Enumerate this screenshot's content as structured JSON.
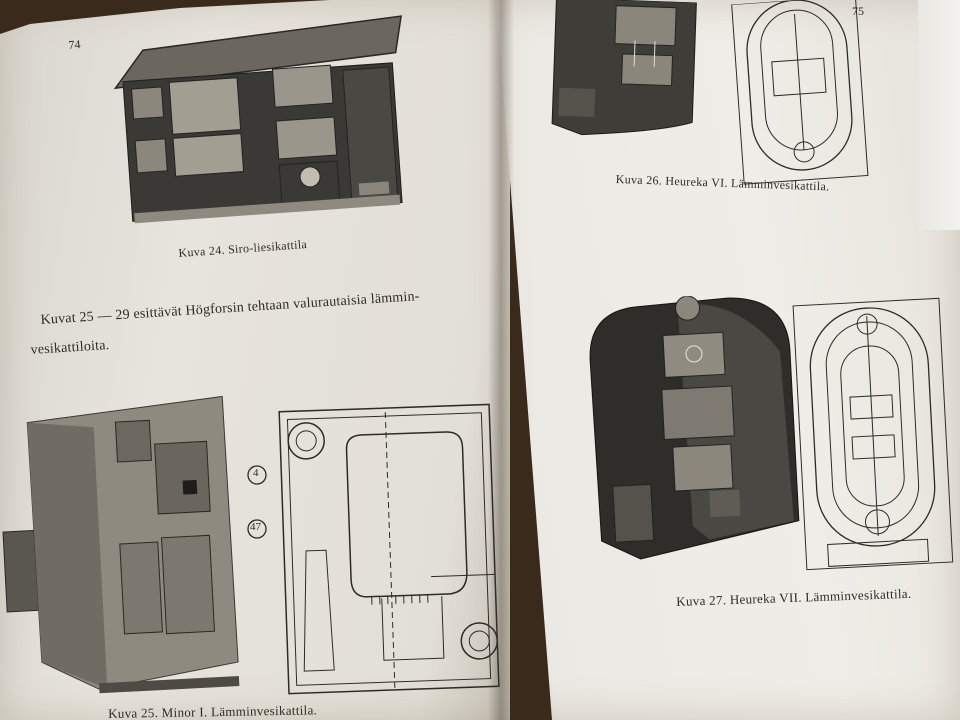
{
  "pages": {
    "left": {
      "page_number": "74",
      "caption_fig24": "Kuva 24. Siro-liesikattila",
      "body_line1": "Kuvat 25 — 29 esittävät Högforsin tehtaan valurautaisia lämmin-",
      "body_line2": "vesikattiloita.",
      "caption_fig25": "Kuva 25. Minor I. Lämminvesikattila.",
      "callout_a": "4",
      "callout_b": "47"
    },
    "right": {
      "page_number": "75",
      "caption_fig26": "Kuva 26. Heureka VI. Lämminvesikattila.",
      "caption_fig27": "Kuva 27. Heureka VII. Lämminvesikattila."
    }
  }
}
